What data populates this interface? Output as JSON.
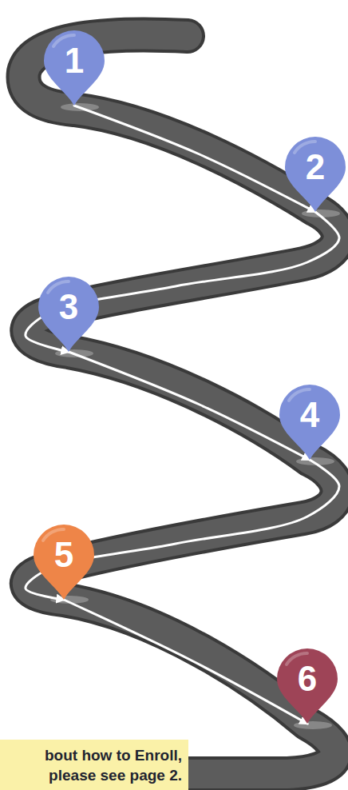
{
  "diagram": {
    "nodes": [
      {
        "text": [
          "1"
        ]
      },
      {
        "text": [
          "2"
        ]
      },
      {
        "text": [
          "3"
        ]
      },
      {
        "text": [
          "4"
        ]
      },
      {
        "text": [
          "5"
        ]
      },
      {
        "text": [
          "6"
        ]
      },
      {
        "text": [
          "bout how to Enroll, please see page 2."
        ]
      }
    ],
    "edges": [
      {
        "from": 0,
        "to": 1,
        "arrow": "to"
      },
      {
        "from": 1,
        "to": 2,
        "arrow": "to"
      },
      {
        "from": 2,
        "to": 3,
        "arrow": "to"
      },
      {
        "from": 3,
        "to": 4,
        "arrow": "to"
      },
      {
        "from": 4,
        "to": 5,
        "arrow": "to"
      }
    ]
  }
}
